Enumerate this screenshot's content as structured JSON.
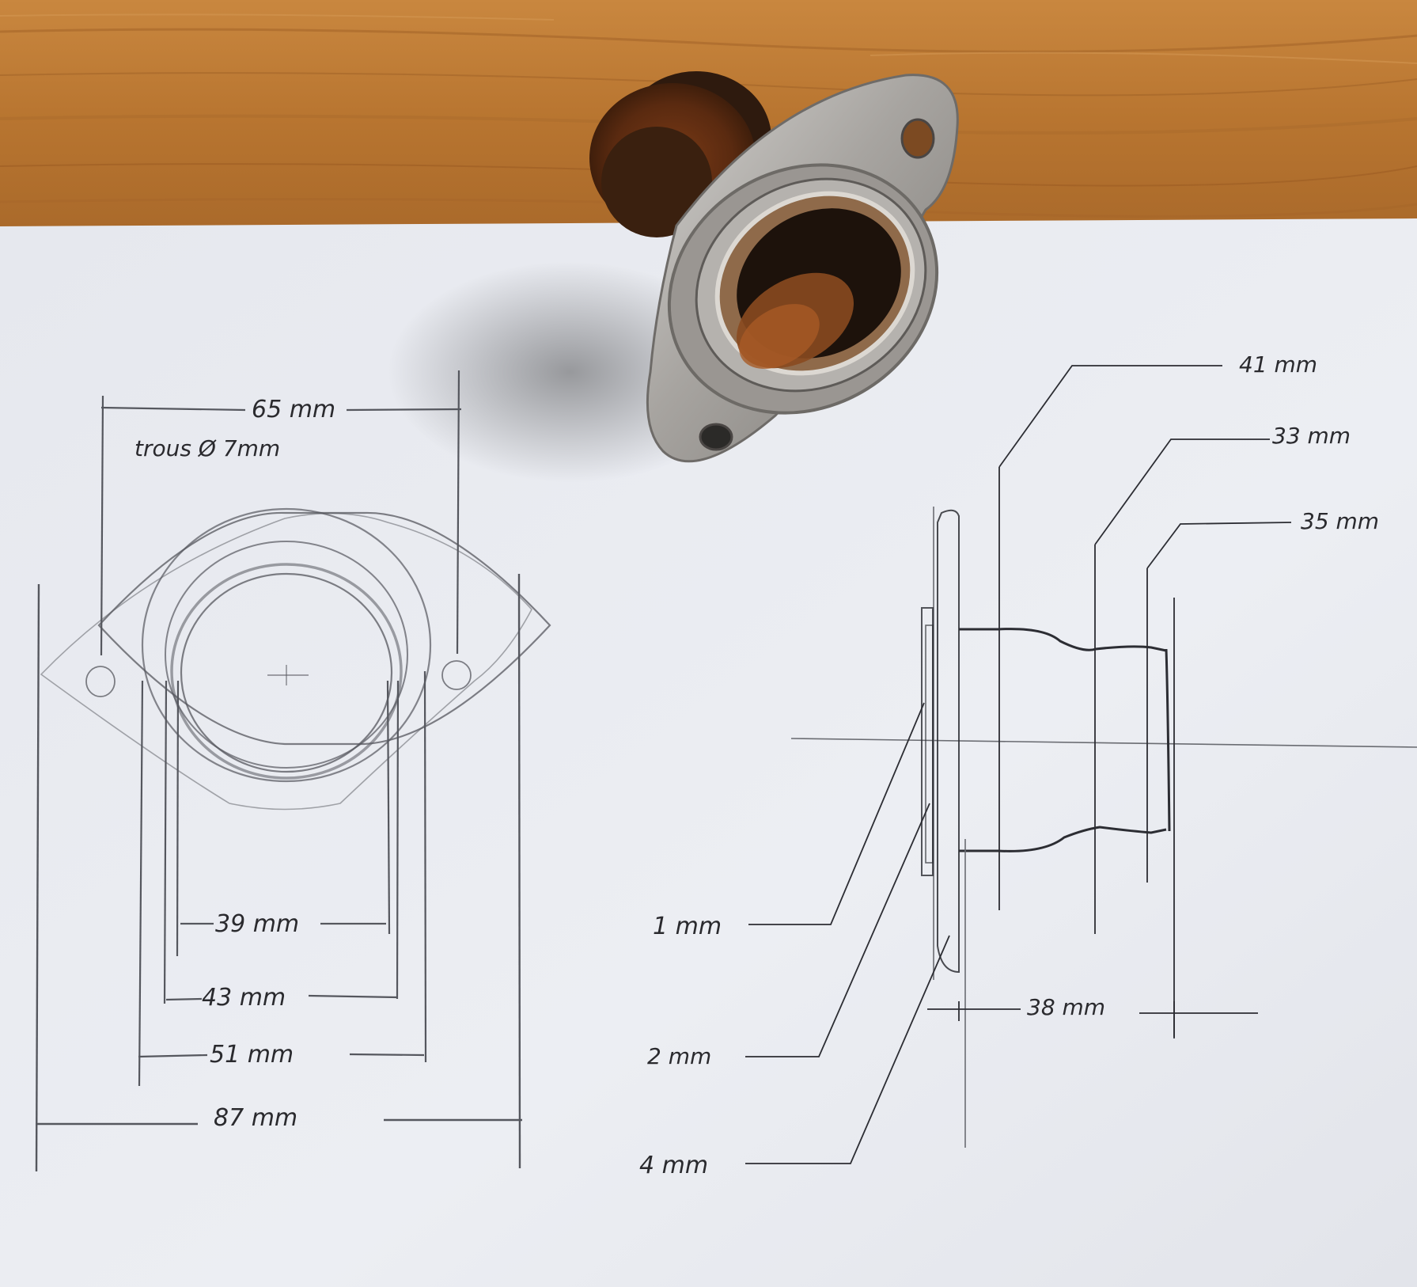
{
  "front_view": {
    "width_holes": "65 mm",
    "holes": "trous Ø 7mm",
    "d39": "39 mm",
    "d43": "43  mm",
    "d51": "51 mm",
    "d87": "87 mm"
  },
  "side_view": {
    "d41": "41 mm",
    "d33": "33 mm",
    "d35": "35 mm",
    "t1": "1 mm",
    "t2": "2 mm",
    "t4": "4 mm",
    "length": "38 mm"
  }
}
